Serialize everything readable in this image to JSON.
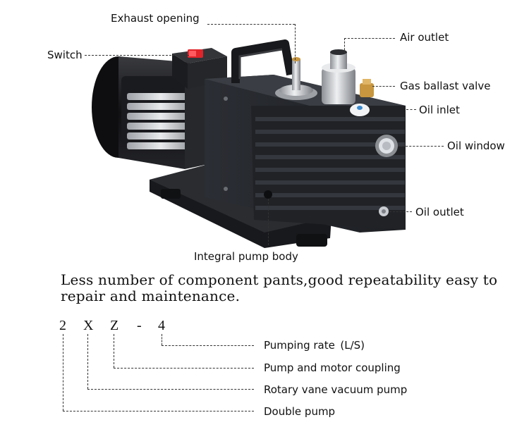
{
  "callouts": {
    "exhaust_opening": "Exhaust opening",
    "switch": "Switch",
    "air_outlet": "Air outlet",
    "gas_ballast_valve": "Gas ballast valve",
    "oil_inlet": "Oil inlet",
    "oil_window": "Oil window",
    "oil_outlet": "Oil outlet",
    "integral_pump_body": "Integral pump body"
  },
  "description": "Less number of component pants,good repeatability easy to repair and maintenance.",
  "model_code": {
    "chars": [
      "2",
      "X",
      "Z",
      "-",
      "4"
    ],
    "meanings": {
      "pumping_rate": "Pumping rate (L/S)",
      "pump_motor_coupling": "Pump and motor coupling",
      "rotary_vane": "Rotary vane vacuum pump",
      "double_pump": "Double pump"
    }
  },
  "colors": {
    "pump_body": "#2a2d33",
    "motor": "#1c1c1e",
    "switch_red": "#e0242a",
    "chrome": "#c9ccd0",
    "brass": "#c8963e"
  }
}
